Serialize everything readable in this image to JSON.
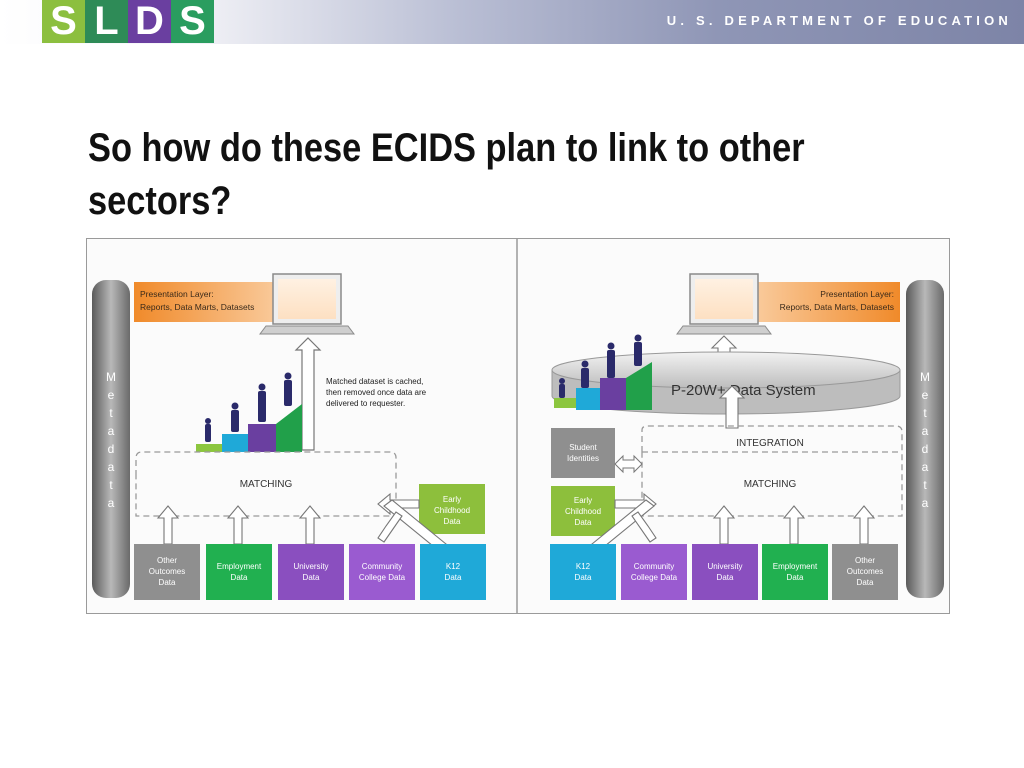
{
  "header": {
    "logo": [
      "S",
      "L",
      "D",
      "S"
    ],
    "logo_colors": [
      "#8cbf3f",
      "#2e8b57",
      "#6a3fa0",
      "#2a9d5f"
    ],
    "department": "U. S. DEPARTMENT OF EDUCATION"
  },
  "slide": {
    "title": "So how do these ECIDS plan to link to other sectors?"
  },
  "left": {
    "metadata": [
      "M",
      "e",
      "t",
      "a",
      "d",
      "a",
      "t",
      "a"
    ],
    "presentation_line1": "Presentation Layer:",
    "presentation_line2": "Reports, Data Marts, Datasets",
    "note_line1": "Matched dataset is cached,",
    "note_line2": "then removed once data are",
    "note_line3": "delivered to requester.",
    "matching": "MATCHING",
    "early_childhood": [
      "Early",
      "Childhood",
      "Data"
    ],
    "boxes": [
      {
        "lines": [
          "Other",
          "Outcomes",
          "Data"
        ],
        "color": "#8f8f8f"
      },
      {
        "lines": [
          "Employment",
          "Data"
        ],
        "color": "#21b050"
      },
      {
        "lines": [
          "University",
          "Data"
        ],
        "color": "#8a4fbf"
      },
      {
        "lines": [
          "Community",
          "College Data"
        ],
        "color": "#9a5bd0"
      },
      {
        "lines": [
          "K12",
          "Data"
        ],
        "color": "#1fa9d8"
      }
    ]
  },
  "right": {
    "metadata": [
      "M",
      "e",
      "t",
      "a",
      "d",
      "a",
      "t",
      "a"
    ],
    "presentation_line1": "Presentation Layer:",
    "presentation_line2": "Reports, Data Marts, Datasets",
    "system": "P-20W+ Data System",
    "integration": "INTEGRATION",
    "matching": "MATCHING",
    "student_identities": [
      "Student",
      "Identities"
    ],
    "early_childhood": [
      "Early",
      "Childhood",
      "Data"
    ],
    "boxes": [
      {
        "lines": [
          "K12",
          "Data"
        ],
        "color": "#1fa9d8"
      },
      {
        "lines": [
          "Community",
          "College Data"
        ],
        "color": "#9a5bd0"
      },
      {
        "lines": [
          "University",
          "Data"
        ],
        "color": "#8a4fbf"
      },
      {
        "lines": [
          "Employment",
          "Data"
        ],
        "color": "#21b050"
      },
      {
        "lines": [
          "Other",
          "Outcomes",
          "Data"
        ],
        "color": "#8f8f8f"
      }
    ]
  }
}
